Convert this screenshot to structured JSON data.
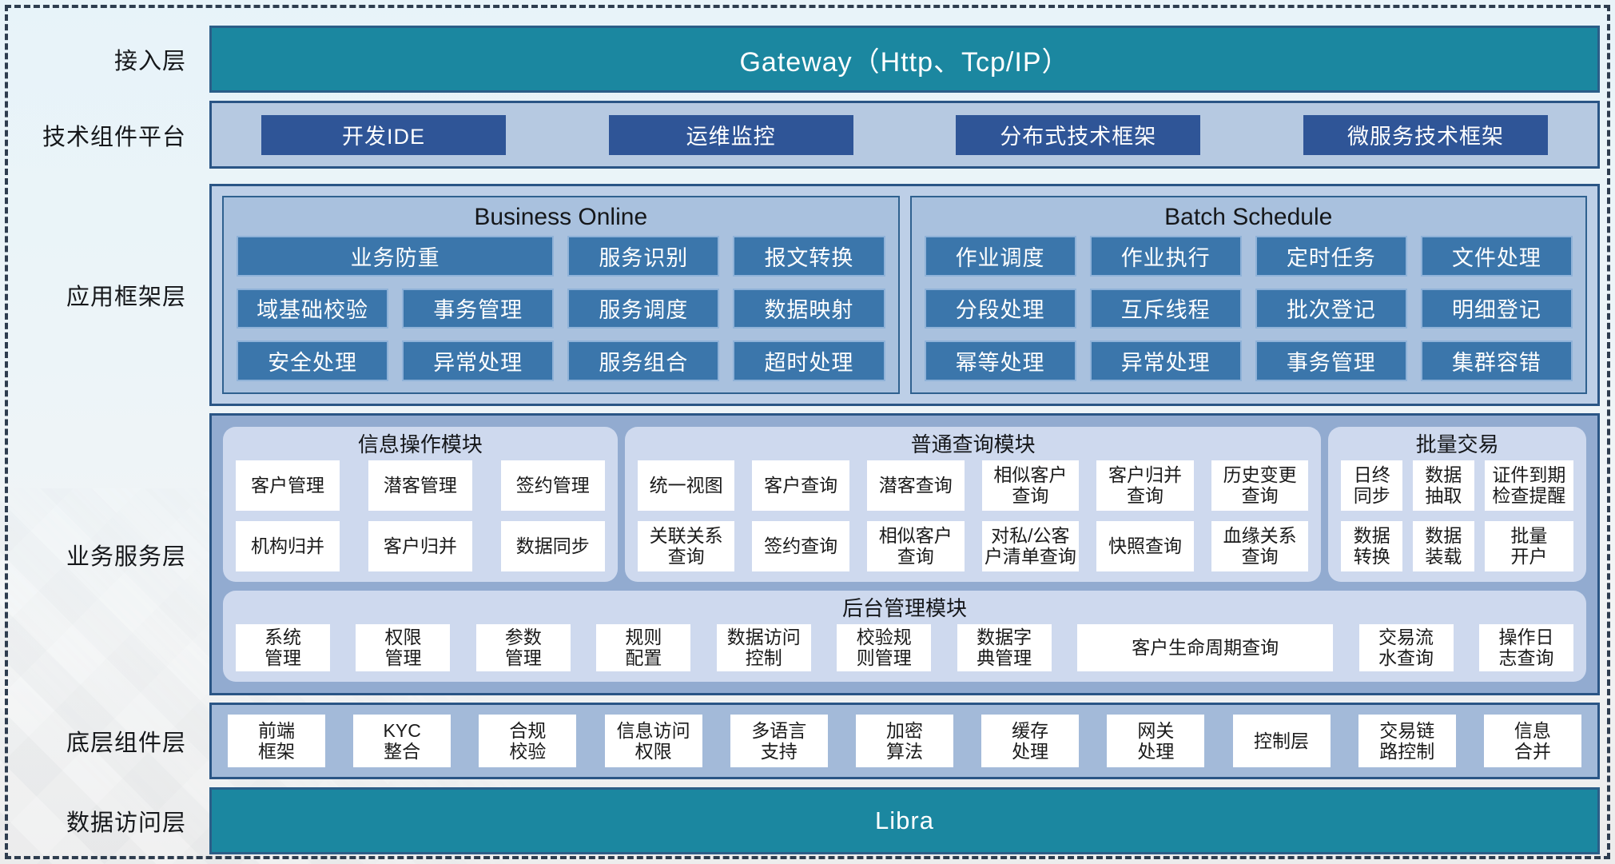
{
  "colors": {
    "teal_bar": "#1B87A0",
    "navy_button": "#2F5597",
    "steel_button": "#3B76AB",
    "panel_light": "#BDCFE7",
    "panel_mid": "#A9C1DE",
    "service_bg": "#92ABD0",
    "module_bg": "#CED9EE",
    "border_dark": "#2A5585"
  },
  "layers": {
    "access": {
      "label": "接入层",
      "gateway_title": "Gateway（Http、Tcp/IP）"
    },
    "tech": {
      "label": "技术组件平台",
      "items": [
        "开发IDE",
        "运维监控",
        "分布式技术框架",
        "微服务技术框架"
      ]
    },
    "app": {
      "label": "应用框架层",
      "business_online": {
        "title": "Business Online",
        "wide_item": "业务防重",
        "items": [
          "服务识别",
          "报文转换",
          "域基础校验",
          "事务管理",
          "服务调度",
          "数据映射",
          "安全处理",
          "异常处理",
          "服务组合",
          "超时处理"
        ]
      },
      "batch_schedule": {
        "title": "Batch Schedule",
        "items": [
          "作业调度",
          "作业执行",
          "定时任务",
          "文件处理",
          "分段处理",
          "互斥线程",
          "批次登记",
          "明细登记",
          "幂等处理",
          "异常处理",
          "事务管理",
          "集群容错"
        ]
      }
    },
    "service": {
      "label": "业务服务层",
      "info_module": {
        "title": "信息操作模块",
        "items": [
          "客户管理",
          "潜客管理",
          "签约管理",
          "机构归并",
          "客户归并",
          "数据同步"
        ]
      },
      "query_module": {
        "title": "普通查询模块",
        "items": [
          "统一视图",
          "客户查询",
          "潜客查询",
          "相似客户\n查询",
          "客户归并\n查询",
          "历史变更\n查询",
          "关联关系\n查询",
          "签约查询",
          "相似客户\n查询",
          "对私/公客\n户清单查询",
          "快照查询",
          "血缘关系\n查询"
        ]
      },
      "batch_module": {
        "title": "批量交易",
        "items": [
          "日终\n同步",
          "数据\n抽取",
          "证件到期\n检查提醒",
          "数据\n转换",
          "数据\n装载",
          "批量\n开户"
        ]
      },
      "admin_module": {
        "title": "后台管理模块",
        "items": [
          "系统\n管理",
          "权限\n管理",
          "参数\n管理",
          "规则\n配置",
          "数据访问\n控制",
          "校验规\n则管理",
          "数据字\n典管理"
        ],
        "wide_item": "客户生命周期查询",
        "tail_items": [
          "交易流\n水查询",
          "操作日\n志查询"
        ]
      }
    },
    "base": {
      "label": "底层组件层",
      "items": [
        "前端\n框架",
        "KYC\n整合",
        "合规\n校验",
        "信息访问\n权限",
        "多语言\n支持",
        "加密\n算法",
        "缓存\n处理",
        "网关\n处理",
        "控制层",
        "交易链\n路控制",
        "信息\n合并"
      ]
    },
    "data_access": {
      "label": "数据访问层",
      "title": "Libra"
    }
  }
}
